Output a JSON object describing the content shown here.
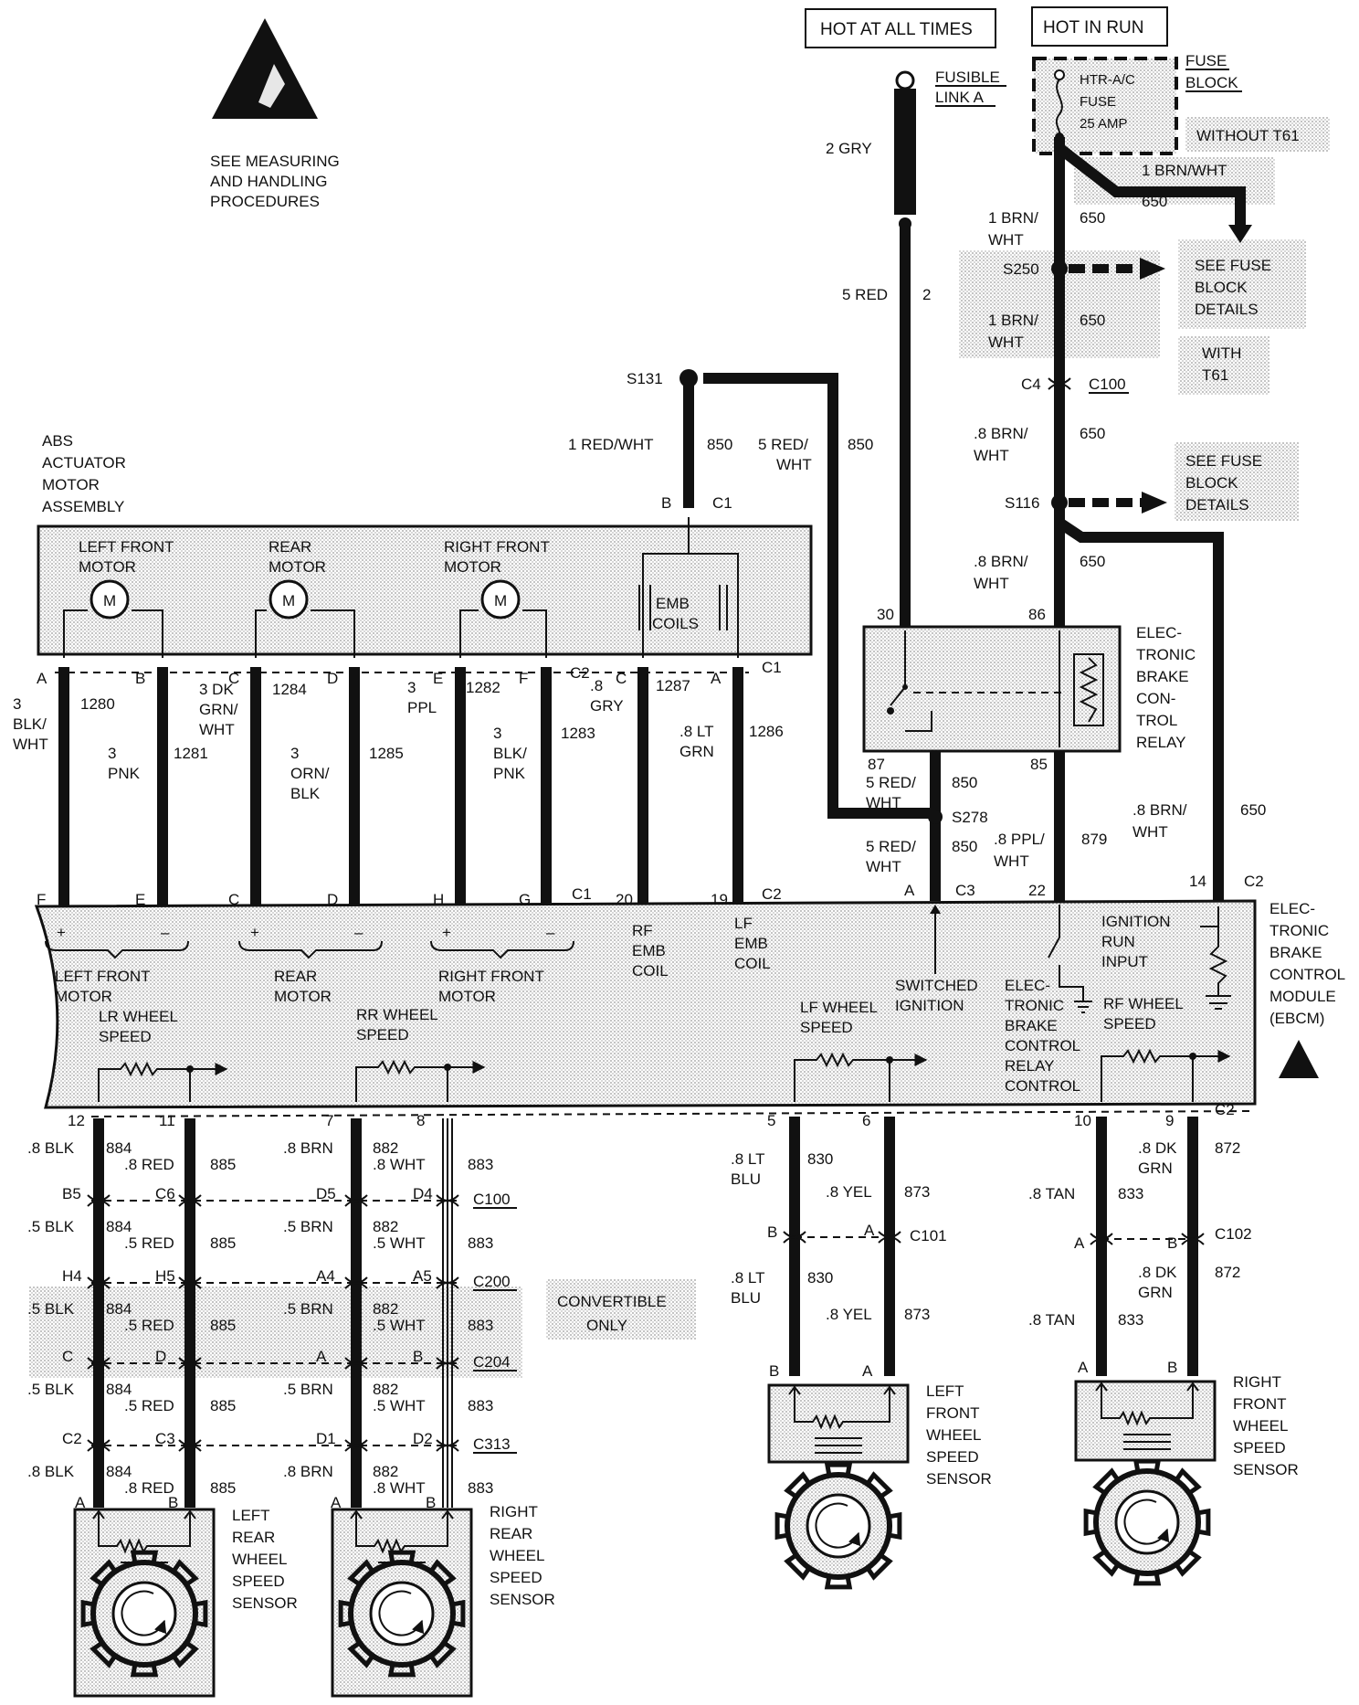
{
  "warning": {
    "icon": "esd-warning-icon",
    "lines": [
      "SEE MEASURING",
      "AND HANDLING",
      "PROCEDURES"
    ]
  },
  "power": {
    "hot_at_all_times": "HOT AT ALL TIMES",
    "hot_in_run": "HOT IN RUN",
    "fusible_link": [
      "FUSIBLE",
      "LINK A"
    ],
    "fuse_block": [
      "FUSE",
      "BLOCK"
    ],
    "fuse_label": [
      "HTR-A/C",
      "FUSE",
      "25 AMP"
    ],
    "without_t61": "WITHOUT T61",
    "with_t61": [
      "WITH",
      "T61"
    ],
    "see_fuse_block_1": [
      "SEE FUSE",
      "BLOCK",
      "DETAILS"
    ],
    "see_fuse_block_2": [
      "SEE FUSE",
      "BLOCK",
      "DETAILS"
    ]
  },
  "wires": {
    "gry": "2 GRY",
    "red": "5 RED",
    "red_ckt": "2",
    "brn_wht_branch": "1 BRN/WHT",
    "brn_wht_1": [
      "1 BRN/",
      "WHT"
    ],
    "brn_wht_2": [
      "1 BRN/",
      "WHT"
    ],
    "brn_wht_3": [
      ".8 BRN/",
      "WHT"
    ],
    "brn_wht_4": [
      ".8 BRN/",
      "WHT"
    ],
    "brn_wht_5": [
      ".8 BRN/",
      "WHT"
    ],
    "ckt_650": "650",
    "red_wht_1": "1 RED/WHT",
    "red_wht_2": [
      "5 RED/",
      "WHT"
    ],
    "red_wht_3": [
      "5 RED/",
      "WHT"
    ],
    "red_wht_4": [
      "5 RED/",
      "WHT"
    ],
    "ckt_850": "850",
    "ppl_wht": [
      ".8 PPL/",
      "WHT"
    ],
    "ckt_879": "879"
  },
  "splices": {
    "s131": "S131",
    "s250": "S250",
    "s116": "S116",
    "s278": "S278"
  },
  "connectors": {
    "c4": "C4",
    "c100": "C100",
    "c101": "C101",
    "c102": "C102",
    "c200": "C200",
    "c204": "C204",
    "c313": "C313",
    "c1": "C1",
    "c2": "C2",
    "c3": "C3"
  },
  "abs_actuator": {
    "title": [
      "ABS",
      "ACTUATOR",
      "MOTOR",
      "ASSEMBLY"
    ],
    "left_front_motor": [
      "LEFT FRONT",
      "MOTOR"
    ],
    "rear_motor": [
      "REAR",
      "MOTOR"
    ],
    "right_front_motor": [
      "RIGHT FRONT",
      "MOTOR"
    ],
    "emb_coils": [
      "EMB",
      "COILS"
    ],
    "motor_symbol": "M"
  },
  "relay": {
    "name": [
      "ELEC-",
      "TRONIC",
      "BRAKE",
      "CON-",
      "TROL",
      "RELAY"
    ],
    "pin30": "30",
    "pin86": "86",
    "pin87": "87",
    "pin85": "85"
  },
  "actuator_wires": [
    {
      "top_pin": "A",
      "size": [
        "3",
        "BLK/",
        "WHT"
      ],
      "ckt": "1280",
      "bottom_pin": "F"
    },
    {
      "top_pin": "B",
      "size": [
        "3",
        "PNK"
      ],
      "ckt": "1281",
      "bottom_pin": "E"
    },
    {
      "top_pin": "C",
      "size": [
        "3 DK",
        "GRN/",
        "WHT"
      ],
      "ckt": "1284",
      "bottom_pin": "C"
    },
    {
      "top_pin": "D",
      "size": [
        "3",
        "ORN/",
        "BLK"
      ],
      "ckt": "1285",
      "bottom_pin": "D"
    },
    {
      "top_pin": "E",
      "size": [
        "3",
        "PPL"
      ],
      "ckt": "1282",
      "bottom_pin": "H"
    },
    {
      "top_pin": "F",
      "size": [
        "3",
        "BLK/",
        "PNK"
      ],
      "ckt": "1283",
      "bottom_pin": "G"
    },
    {
      "top_pin": "C",
      "size": [
        ".8",
        "GRY"
      ],
      "ckt": "1287",
      "bottom_pin": "20"
    },
    {
      "top_pin": "A",
      "size": [
        ".8 LT",
        "GRN"
      ],
      "ckt": "1286",
      "bottom_pin": "19"
    }
  ],
  "ebcm": {
    "name": [
      "ELEC-",
      "TRONIC",
      "BRAKE",
      "CONTROL",
      "MODULE",
      "(EBCM)"
    ],
    "left_front_motor": [
      "LEFT FRONT",
      "MOTOR"
    ],
    "rear_motor": [
      "REAR",
      "MOTOR"
    ],
    "right_front_motor": [
      "RIGHT FRONT",
      "MOTOR"
    ],
    "rf_emb_coil": [
      "RF",
      "EMB",
      "COIL"
    ],
    "lf_emb_coil": [
      "LF",
      "EMB",
      "COIL"
    ],
    "switched_ignition": [
      "SWITCHED",
      "IGNITION"
    ],
    "ignition_run_input": [
      "IGNITION",
      "RUN",
      "INPUT"
    ],
    "relay_control": [
      "ELEC-",
      "TRONIC",
      "BRAKE",
      "CONTROL",
      "RELAY",
      "CONTROL"
    ],
    "lr_wheel_speed": [
      "LR WHEEL",
      "SPEED"
    ],
    "rr_wheel_speed": [
      "RR WHEEL",
      "SPEED"
    ],
    "lf_wheel_speed": [
      "LF WHEEL",
      "SPEED"
    ],
    "rf_wheel_speed": [
      "RF WHEEL",
      "SPEED"
    ],
    "pin_a": "A",
    "pin_22": "22",
    "pin_14": "14",
    "plus": "+",
    "minus": "–"
  },
  "rear_sensors": {
    "pins_top": [
      "12",
      "11",
      "7",
      "8"
    ],
    "rows": [
      {
        "wires": [
          ".8 BLK",
          ".8 RED",
          ".8 BRN",
          ".8 WHT"
        ]
      },
      {
        "pins": [
          "B5",
          "C6",
          "D5",
          "D4"
        ],
        "conn": "C100",
        "wires": [
          ".5 BLK",
          ".5 RED",
          ".5 BRN",
          ".5 WHT"
        ]
      },
      {
        "pins": [
          "H4",
          "H5",
          "A4",
          "A5"
        ],
        "conn": "C200",
        "wires": [
          ".5 BLK",
          ".5 RED",
          ".5 BRN",
          ".5 WHT"
        ]
      },
      {
        "pins": [
          "C",
          "D",
          "A",
          "B"
        ],
        "conn": "C204",
        "wires": [
          ".5 BLK",
          ".5 RED",
          ".5 BRN",
          ".5 WHT"
        ]
      },
      {
        "pins": [
          "C2",
          "C3",
          "D1",
          "D2"
        ],
        "conn": "C313",
        "wires": [
          ".8 BLK",
          ".8 RED",
          ".8 BRN",
          ".8 WHT"
        ]
      }
    ],
    "ckts": [
      "884",
      "885",
      "882",
      "883"
    ],
    "convertible_only": [
      "CONVERTIBLE",
      "ONLY"
    ],
    "sensor_pins": [
      "A",
      "B",
      "A",
      "B"
    ],
    "left_rear": [
      "LEFT",
      "REAR",
      "WHEEL",
      "SPEED",
      "SENSOR"
    ],
    "right_rear": [
      "RIGHT",
      "REAR",
      "WHEEL",
      "SPEED",
      "SENSOR"
    ]
  },
  "front_sensors": {
    "pins_top": [
      "5",
      "6",
      "10",
      "9"
    ],
    "lf_wires_1": [
      [
        ".8 LT",
        "BLU"
      ],
      ".8 YEL"
    ],
    "lf_wires_2": [
      [
        ".8 LT",
        "BLU"
      ],
      ".8 YEL"
    ],
    "lf_ckts": [
      "830",
      "873"
    ],
    "lf_conn_pins": [
      "B",
      "A"
    ],
    "rf_wires_1": [
      ".8 TAN",
      [
        ".8 DK",
        "GRN"
      ]
    ],
    "rf_wires_2": [
      ".8 TAN",
      [
        ".8 DK",
        "GRN"
      ]
    ],
    "rf_ckts": [
      "833",
      "872"
    ],
    "rf_conn_pins": [
      "A",
      "B"
    ],
    "sensor_pins": [
      "B",
      "A",
      "A",
      "B"
    ],
    "left_front": [
      "LEFT",
      "FRONT",
      "WHEEL",
      "SPEED",
      "SENSOR"
    ],
    "right_front": [
      "RIGHT",
      "FRONT",
      "WHEEL",
      "SPEED",
      "SENSOR"
    ]
  }
}
